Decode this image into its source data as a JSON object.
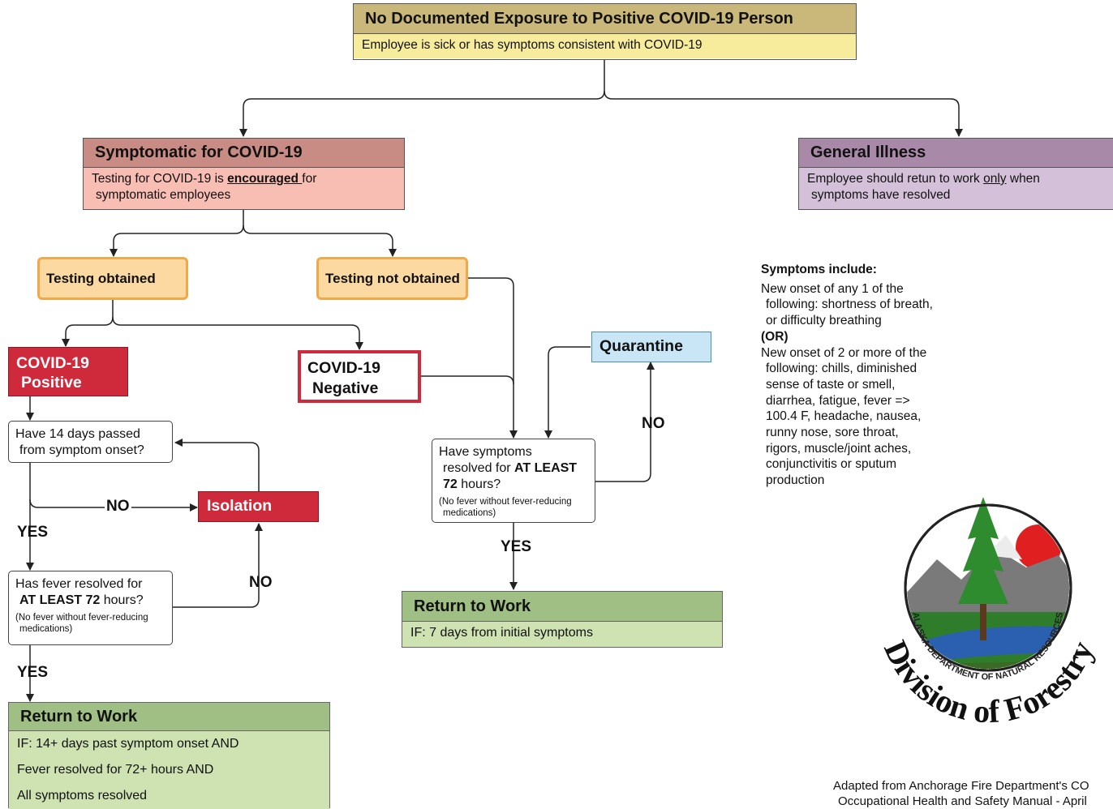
{
  "top": {
    "title": "No Documented Exposure to Positive COVID-19 Person",
    "subtitle": "Employee is sick or has symptoms consistent  with COVID-19"
  },
  "symptomatic": {
    "title": "Symptomatic for COVID-19",
    "text_before": "Testing for COVID-19 is ",
    "emphasis": "encouraged ",
    "text_after": "for",
    "line2": "symptomatic employees"
  },
  "general": {
    "title": "General Illness",
    "text_before": "Employee should retun to work ",
    "emphasis": "only",
    "text_after": " when",
    "line2": "symptoms have resolved"
  },
  "testing_obtained": "Testing obtained",
  "testing_not_obtained": "Testing not obtained",
  "positive": {
    "line1": "COVID-19",
    "line2": "Positive"
  },
  "negative": {
    "line1": "COVID-19",
    "line2": "Negative"
  },
  "quarantine": "Quarantine",
  "isolation": "Isolation",
  "q14": {
    "line1": "Have 14 days passed",
    "line2": "from symptom onset?"
  },
  "qfever": {
    "line1": "Has fever resolved for",
    "bold": "AT LEAST 72",
    "after": " hours?",
    "note1": "(No fever without fever-reducing",
    "note2": "medications)"
  },
  "qsym": {
    "line1": "Have symptoms",
    "line2_before": "resolved for ",
    "line2_bold": "AT LEAST",
    "line3_bold": "72",
    "line3_after": " hours?",
    "note1": "(No fever without fever-reducing",
    "note2": "medications)"
  },
  "labels": {
    "no": "NO",
    "yes": "YES"
  },
  "rtw_right": {
    "title": "Return to Work",
    "line1": "IF: 7 days from initial symptoms"
  },
  "rtw_left": {
    "title": "Return to Work",
    "lines": [
      "IF: 14+ days past symptom onset AND",
      "Fever resolved for 72+ hours AND",
      "All symptoms resolved"
    ]
  },
  "symptoms": {
    "title": "Symptoms include:",
    "p1": [
      "New onset of any 1 of the",
      "following: shortness of breath,",
      "or difficulty breathing"
    ],
    "or": "(OR)",
    "p2": [
      "New onset of 2 or more of the",
      "following: chills, diminished",
      "sense of taste or smell,",
      "diarrhea, fatigue, fever =>",
      "100.4 F, headache, nausea,",
      "runny nose, sore throat,",
      "rigors, muscle/joint aches,",
      "conjunctivitis or sputum",
      "production"
    ]
  },
  "logo": {
    "ring_text": "ALASKA DEPARTMENT OF NATURAL RESOURCES",
    "wordmark": "Division of Forestry"
  },
  "footer": {
    "line1": "Adapted from Anchorage Fire Department's CO",
    "line2": "Occupational Health and Safety Manual -  April"
  },
  "colors": {
    "top_header": "#c9b87a",
    "top_sub": "#f7ec9c",
    "symptomatic_header": "#c98c84",
    "symptomatic_sub": "#f8bdb3",
    "general_header": "#a889a8",
    "general_sub": "#d4c1d9",
    "orange_fill": "#fcd9a0",
    "orange_border": "#f0a94a",
    "positive": "#cf2a3b",
    "isolation": "#cf2a3b",
    "quarantine": "#c8e6f5",
    "rtw_header": "#9fbf84",
    "rtw_sub": "#cfe2b2"
  }
}
